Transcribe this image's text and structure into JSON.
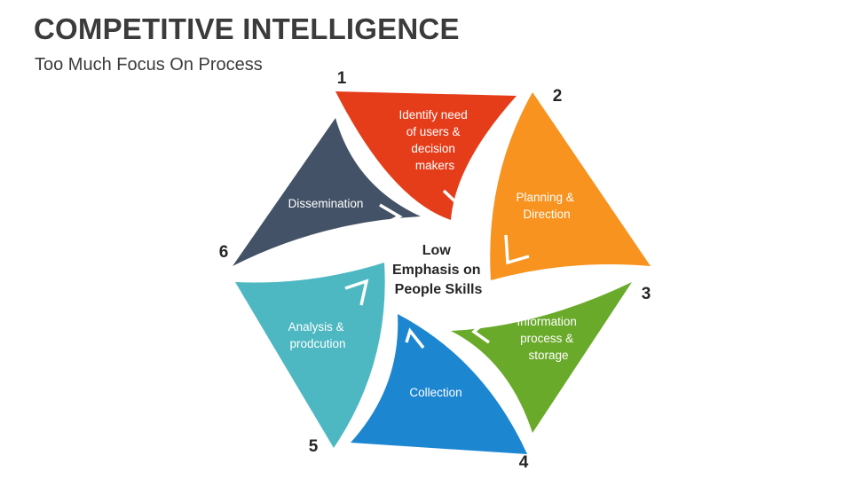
{
  "header": {
    "title": "COMPETITIVE INTELLIGENCE",
    "subtitle": "Too Much Focus On Process"
  },
  "center_text": [
    "Low",
    "Emphasis on",
    "People Skills"
  ],
  "steps": [
    {
      "number": "1",
      "label": [
        "Identify need",
        "of users &",
        "decision",
        "makers"
      ],
      "color": "#e53d1a"
    },
    {
      "number": "2",
      "label": [
        "Planning &",
        "Direction"
      ],
      "color": "#f7931e"
    },
    {
      "number": "3",
      "label": [
        "Information",
        "process &",
        "storage"
      ],
      "color": "#6aaa2a"
    },
    {
      "number": "4",
      "label": [
        "Collection"
      ],
      "color": "#1c86d1"
    },
    {
      "number": "5",
      "label": [
        "Analysis &",
        "prodcution"
      ],
      "color": "#4db8c2"
    },
    {
      "number": "6",
      "label": [
        "Dissemination"
      ],
      "color": "#435266"
    }
  ]
}
